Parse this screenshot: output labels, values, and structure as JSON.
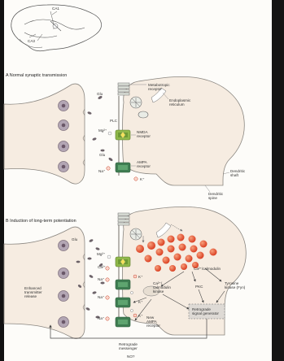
{
  "colors": {
    "membrane": "#8a8680",
    "cytoplasm": "#f6ece1",
    "vesicle": "#b3a6b4",
    "vesicle_core": "#6a5768",
    "glu": "#6c6268",
    "receptor": "#dfe3dc",
    "nmda": "#8fb84a",
    "ampa": "#3f7d52",
    "calcium": "#e0472a",
    "box": "#c8c4bf"
  },
  "brain": {
    "ca1": "CA1",
    "ca3": "CA3"
  },
  "panel_a": {
    "title": "A  Normal synaptic transmission",
    "glu_top": "Glu",
    "metabotropic": [
      "Metabotropic",
      "receptor"
    ],
    "er": [
      "Endoplasmic",
      "reticulum"
    ],
    "plc": "PLC",
    "mg": "Mg²⁺",
    "nmda": [
      "NMDA",
      "receptor"
    ],
    "glu_mid": "Glu",
    "ampa": [
      "AMPA",
      "receptor"
    ],
    "na": "Na⁺",
    "k": "K⁺",
    "dendritic_shaft": [
      "Dendritic",
      "shaft"
    ],
    "dendritic_spine": [
      "Dendritic",
      "spine"
    ]
  },
  "panel_b": {
    "title": "B  Induction of long-term potentiation",
    "glu": "Glu",
    "mg": "Mg²⁺",
    "ca": "Ca²⁺",
    "na1": "Na⁺",
    "k1": "K⁺",
    "ca_calmodulin": "Ca²⁺/calmodulin",
    "camk": [
      "Ca²⁺/",
      "calmodulin",
      "kinase"
    ],
    "pkc": "PKC",
    "tyrosine": [
      "Tyrosine",
      "kinase (Fyn)"
    ],
    "na2": "Na⁺",
    "k2": "K⁺",
    "na3": "Na⁺",
    "k3": "K⁺",
    "enhanced": [
      "Enhanced",
      "transmitter",
      "release"
    ],
    "new_ampa": [
      "New",
      "AMPA",
      "receptor"
    ],
    "retro_gen": [
      "Retrograde",
      "signal generator"
    ],
    "retro_msg": [
      "Retrograde",
      "messenger"
    ],
    "no": "NO?"
  }
}
